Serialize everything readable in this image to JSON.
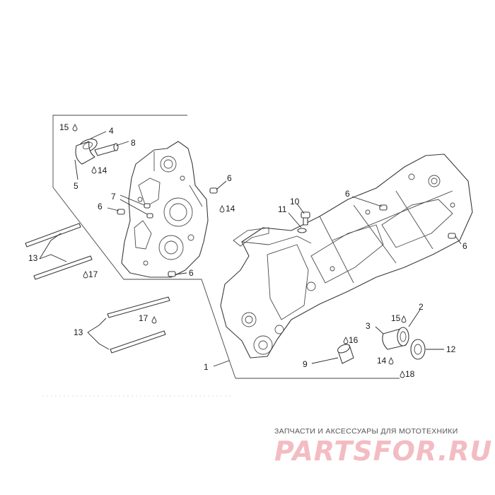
{
  "callouts": {
    "c1": "1",
    "c2": "2",
    "c3": "3",
    "c4": "4",
    "c5": "5",
    "c6a": "6",
    "c6b": "6",
    "c6c": "6",
    "c6d": "6",
    "c6e": "6",
    "c7": "7",
    "c8": "8",
    "c9": "9",
    "c10": "10",
    "c11": "11",
    "c12": "12",
    "c13a": "13",
    "c13b": "13",
    "c14a": "14",
    "c14b": "14",
    "c14c": "14",
    "c15a": "15",
    "c15b": "15",
    "c16": "16",
    "c17a": "17",
    "c17b": "17",
    "c18": "18"
  },
  "watermark": {
    "tagline": "ЗАПЧАСТИ И АКСЕССУАРЫ ДЛЯ МОТОТЕХНИКИ",
    "logo": "PARTSFOR.RU"
  }
}
